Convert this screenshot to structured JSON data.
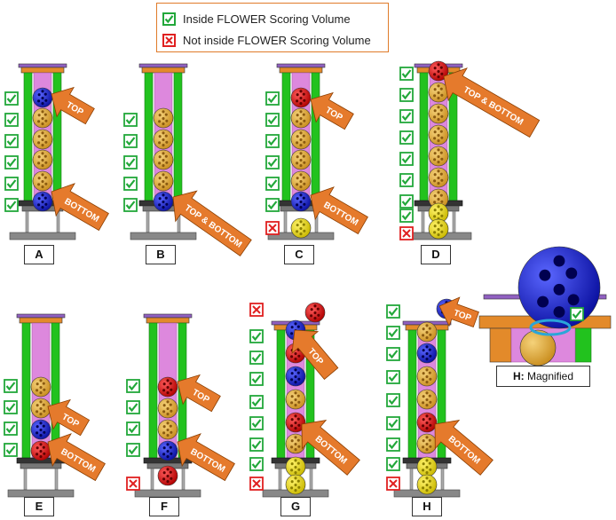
{
  "legend": {
    "inside_label": "Inside FLOWER Scoring Volume",
    "outside_label": "Not inside FLOWER Scoring Volume",
    "inside_icon": "green-check-icon",
    "outside_icon": "red-x-icon"
  },
  "colors": {
    "green": "#22c21e",
    "pink": "#dd88dd",
    "orange_arrow": "#e57a2c",
    "yellow_ball": "#e8b43a",
    "red_ball": "#e01818",
    "blue_ball": "#1a22d8",
    "bright_yellow_ball": "#f3e200",
    "check_green": "#22a83a",
    "x_red": "#e02020"
  },
  "panels": [
    {
      "id": "A",
      "label": "A",
      "arrow_top": "TOP",
      "arrow_bottom": "BOTTOM"
    },
    {
      "id": "B",
      "label": "B",
      "arrow_top": "TOP & BOTTOM"
    },
    {
      "id": "C",
      "label": "C",
      "arrow_top": "TOP",
      "arrow_bottom": "BOTTOM"
    },
    {
      "id": "D",
      "label": "D",
      "arrow_top": "TOP & BOTTOM"
    },
    {
      "id": "E",
      "label": "E",
      "arrow_top": "TOP",
      "arrow_bottom": "BOTTOM"
    },
    {
      "id": "F",
      "label": "F",
      "arrow_top": "TOP",
      "arrow_bottom": "BOTTOM"
    },
    {
      "id": "G",
      "label": "G",
      "arrow_top": "TOP",
      "arrow_bottom": "BOTTOM"
    },
    {
      "id": "H",
      "label": "H",
      "arrow_top": "TOP",
      "arrow_bottom": "BOTTOM"
    }
  ],
  "magnified": {
    "prefix": "H:",
    "label": "Magnified"
  }
}
